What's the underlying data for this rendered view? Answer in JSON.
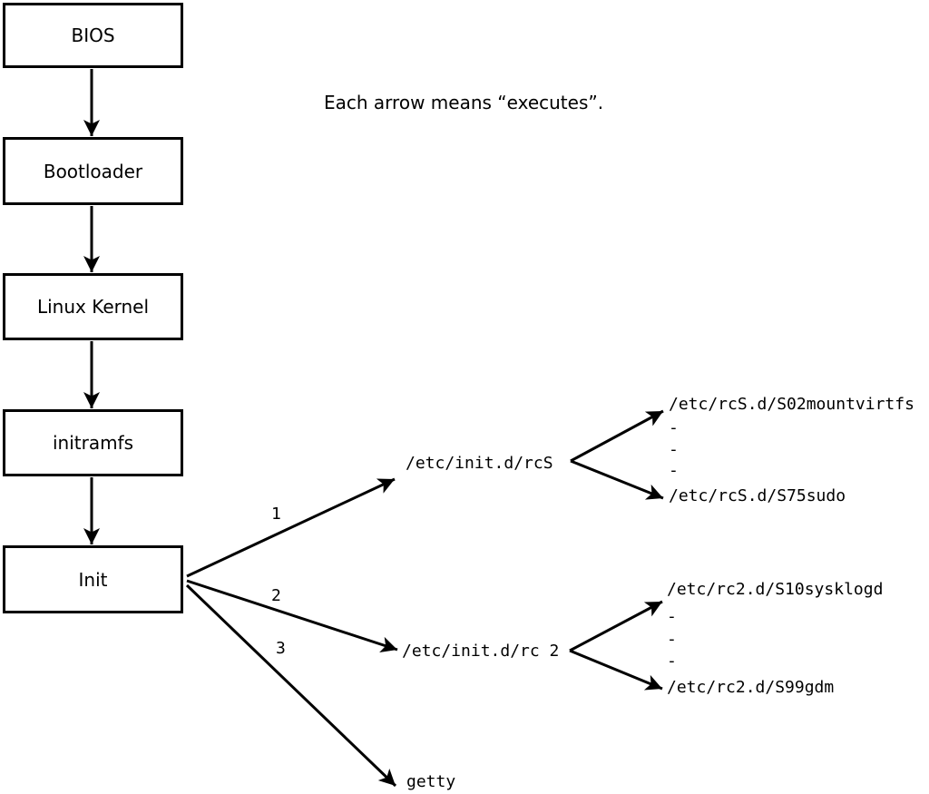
{
  "title": "Linux boot sequence diagram",
  "note": "Each arrow means “executes”.",
  "colors": {
    "ink": "#000000",
    "background": "#ffffff"
  },
  "chain": [
    {
      "label": "BIOS"
    },
    {
      "label": "Bootloader"
    },
    {
      "label": "Linux Kernel"
    },
    {
      "label": "initramfs"
    },
    {
      "label": "Init"
    }
  ],
  "init_edges": [
    {
      "label": "1",
      "target": "/etc/init.d/rcS"
    },
    {
      "label": "2",
      "target": "/etc/init.d/rc 2"
    },
    {
      "label": "3",
      "target": "getty"
    }
  ],
  "rcS_fan": {
    "first": "/etc/rcS.d/S02mountvirtfs",
    "ellipsis": [
      "-",
      "-",
      "-"
    ],
    "last": "/etc/rcS.d/S75sudo"
  },
  "rc2_fan": {
    "first": "/etc/rc2.d/S10sysklogd",
    "ellipsis": [
      "-",
      "-",
      "-"
    ],
    "last": "/etc/rc2.d/S99gdm"
  }
}
